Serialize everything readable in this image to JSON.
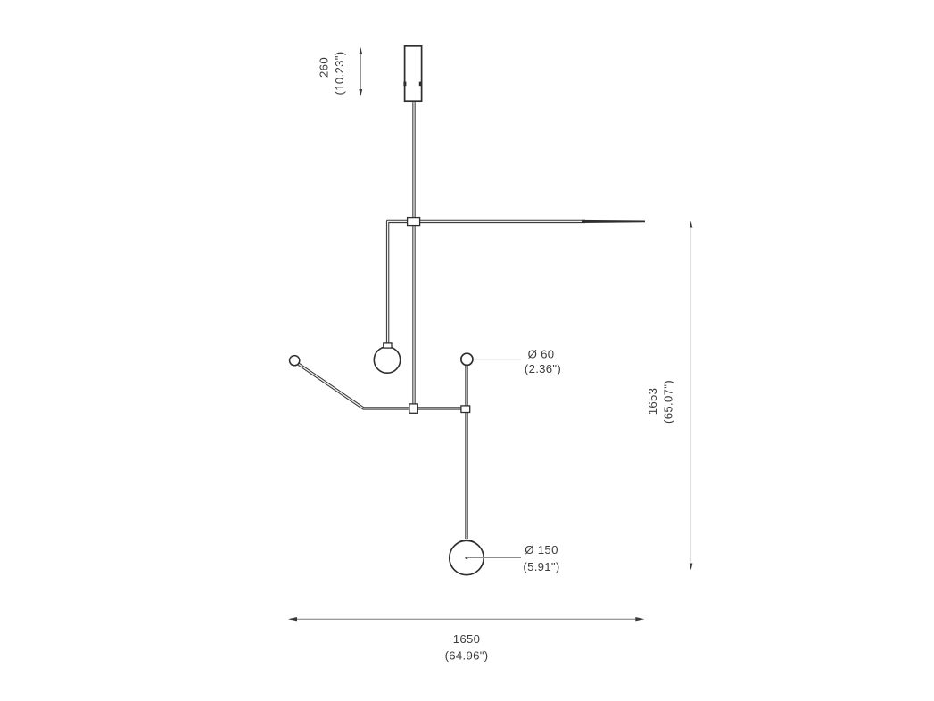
{
  "colors": {
    "background": "#ffffff",
    "line": "#2e2e2e",
    "tube": "#3a3a3a",
    "dimension_line": "#7a7a7a",
    "text": "#3c3c3c"
  },
  "annotations": {
    "canopy_drop": {
      "mm": "260",
      "inches": "(10.23\")"
    },
    "overall_height": {
      "mm": "1653",
      "inches": "(65.07\")"
    },
    "overall_width": {
      "mm": "1650",
      "inches": "(64.96\")"
    },
    "small_sphere_diameter": {
      "mm": "Ø 60",
      "inches": "(2.36\")"
    },
    "large_sphere_diameter": {
      "mm": "Ø 150",
      "inches": "(5.91\")"
    }
  }
}
